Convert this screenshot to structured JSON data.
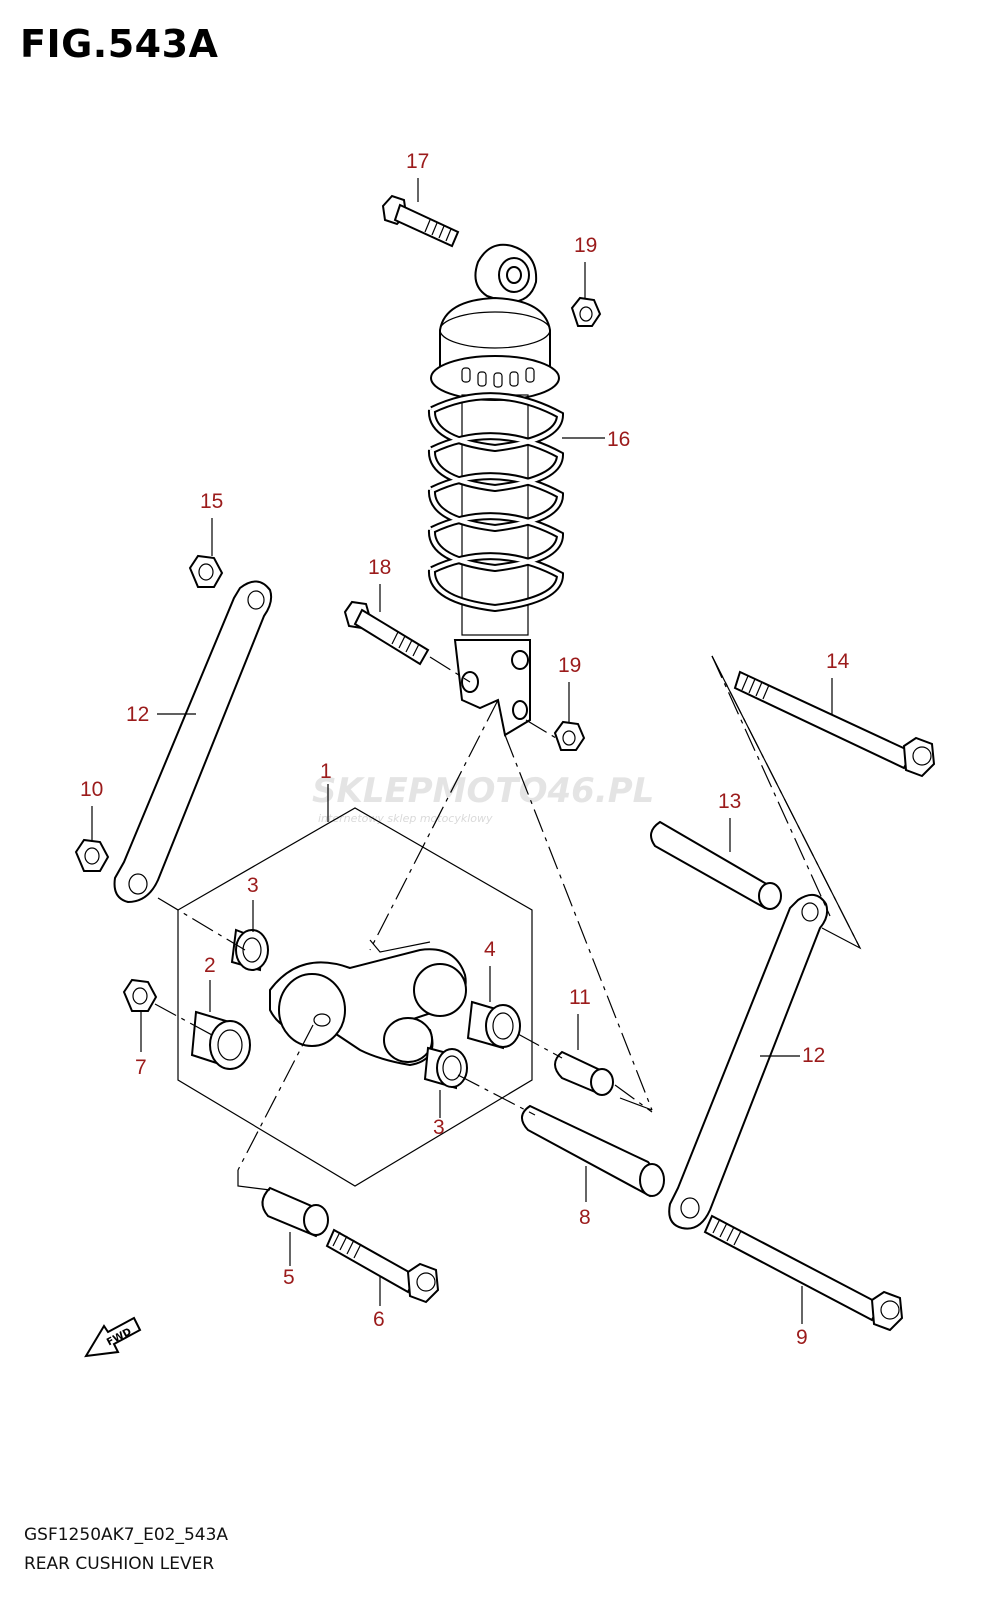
{
  "figure": {
    "title": "FIG.543A",
    "model_code": "GSF1250AK7_E02_543A",
    "caption": "REAR CUSHION LEVER"
  },
  "watermark": {
    "text_a": "SKLEPMOTO46.PL",
    "subtext": "internetowy sklep motocyklowy"
  },
  "direction_marker": "FWD",
  "colors": {
    "callout": "#9b1b1b",
    "linework": "#000000",
    "watermark": "#d9b8b8"
  },
  "callouts": {
    "c1": "1",
    "c2": "2",
    "c3a": "3",
    "c3b": "3",
    "c4": "4",
    "c5": "5",
    "c6": "6",
    "c7": "7",
    "c8": "8",
    "c9": "9",
    "c10": "10",
    "c11": "11",
    "c12a": "12",
    "c12b": "12",
    "c13": "13",
    "c14": "14",
    "c15": "15",
    "c16": "16",
    "c17": "17",
    "c18": "18",
    "c19a": "19",
    "c19b": "19"
  }
}
